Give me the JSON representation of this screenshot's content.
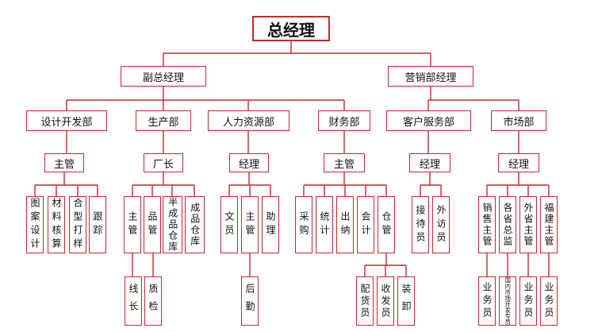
{
  "title": "总经理",
  "level1": {
    "vice_gm": "副总经理",
    "marketing_mgr": "营销部经理"
  },
  "departments": {
    "design": "设计开发部",
    "production": "生产部",
    "hr": "人力资源部",
    "finance": "财务部",
    "customer_service": "客户服务部",
    "market": "市场部"
  },
  "heads": {
    "design": "主管",
    "production": "厂长",
    "hr": "经理",
    "finance": "主管",
    "customer_service": "经理",
    "market": "经理"
  },
  "units": {
    "design": [
      "图案设计",
      "材料核算",
      "合型打样",
      "跟踪"
    ],
    "production": [
      "主管",
      "品管",
      "半成品仓库",
      "成品仓库"
    ],
    "hr": [
      "文员",
      "主管",
      "助理"
    ],
    "finance": [
      "采购",
      "统计",
      "出纳",
      "会计",
      "仓管"
    ],
    "customer_service": [
      "接待员",
      "外访员"
    ],
    "market": [
      "销售主管",
      "各省总监",
      "外省主管",
      "福建主管"
    ]
  },
  "sub_units": {
    "production_supervisor": "线长",
    "production_qc": "质检",
    "hr_supervisor": "后勤",
    "warehouse": [
      "配货员",
      "收发员",
      "装卸"
    ],
    "market": [
      "业务员",
      "国内市场开发专员",
      "业务员",
      "业务员"
    ]
  },
  "colors": {
    "line": "#c8282c",
    "box_border": "#c8282c",
    "text": "#111111"
  }
}
